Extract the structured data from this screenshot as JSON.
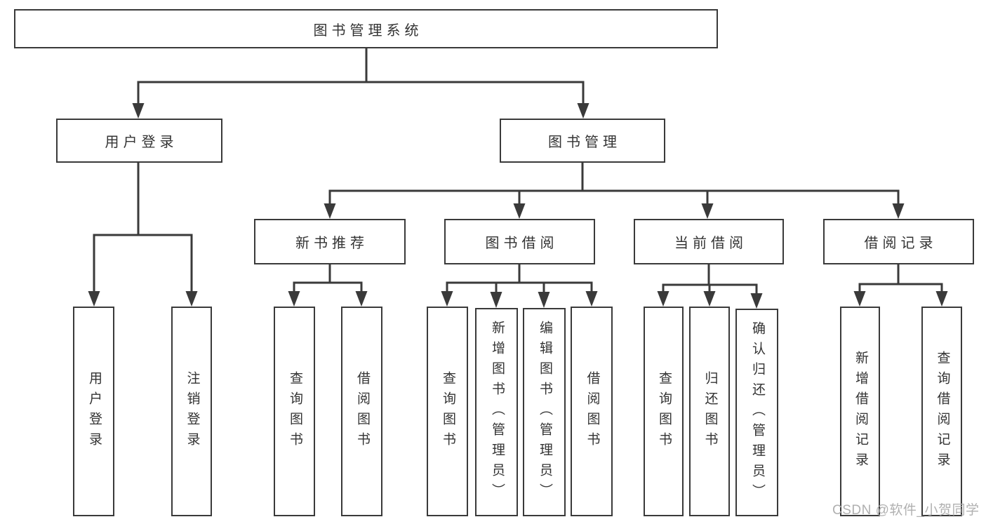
{
  "diagram": {
    "type": "tree",
    "title": "图书管理系统",
    "ink_color": "#3a3a3a",
    "text_color": "#333333",
    "background_color": "#ffffff"
  },
  "nodes": {
    "root": {
      "label": "图书管理系统"
    },
    "user_login": {
      "label": "用户登录"
    },
    "book_mgmt": {
      "label": "图书管理"
    },
    "new_book": {
      "label": "新书推荐"
    },
    "book_borrow": {
      "label": "图书借阅"
    },
    "current_borrow": {
      "label": "当前借阅"
    },
    "borrow_record": {
      "label": "借阅记录"
    },
    "ul_login": {
      "label": "用户登录"
    },
    "ul_logout": {
      "label": "注销登录"
    },
    "nb_query": {
      "label": "查询图书"
    },
    "nb_borrow": {
      "label": "借阅图书"
    },
    "bb_query": {
      "label": "查询图书"
    },
    "bb_add": {
      "label": "新增图书（管理员）"
    },
    "bb_edit": {
      "label": "编辑图书（管理员）"
    },
    "bb_borrow": {
      "label": "借阅图书"
    },
    "cb_query": {
      "label": "查询图书"
    },
    "cb_return": {
      "label": "归还图书"
    },
    "cb_confirm": {
      "label": "确认归还（管理员）"
    },
    "br_add": {
      "label": "新增借阅记录"
    },
    "br_query": {
      "label": "查询借阅记录"
    }
  },
  "hierarchy": {
    "图书管理系统": {
      "用户登录": [
        "用户登录",
        "注销登录"
      ],
      "图书管理": {
        "新书推荐": [
          "查询图书",
          "借阅图书"
        ],
        "图书借阅": [
          "查询图书",
          "新增图书（管理员）",
          "编辑图书（管理员）",
          "借阅图书"
        ],
        "当前借阅": [
          "查询图书",
          "归还图书",
          "确认归还（管理员）"
        ],
        "借阅记录": [
          "新增借阅记录",
          "查询借阅记录"
        ]
      }
    }
  },
  "watermark": {
    "text": "CSDN @软件_小贺同学",
    "color": "#b0b0b0"
  }
}
